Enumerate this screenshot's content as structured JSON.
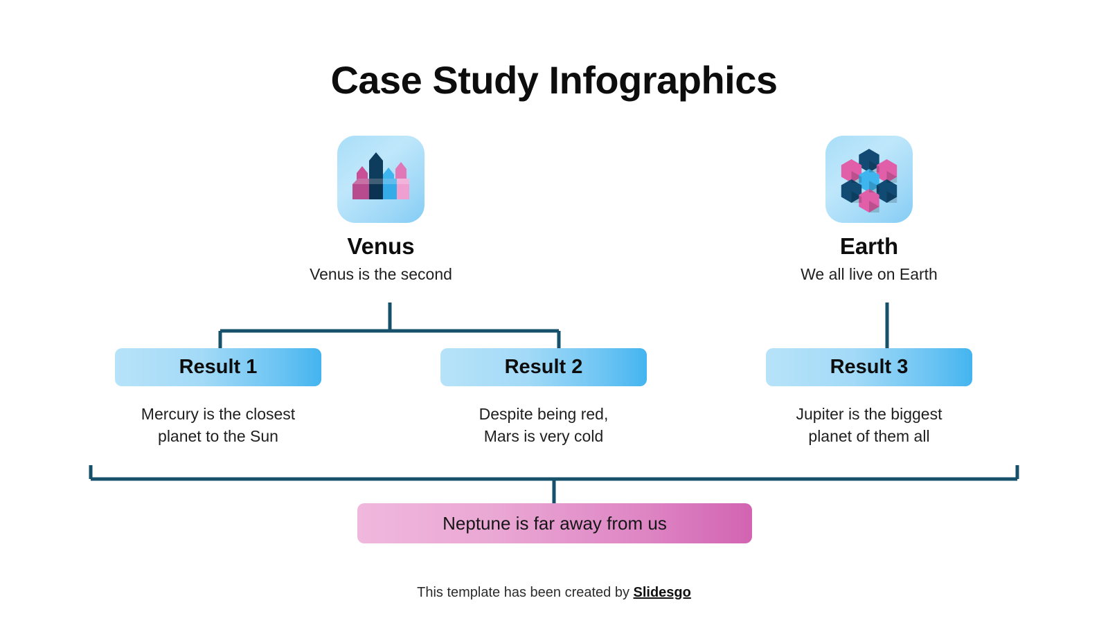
{
  "slide": {
    "title": "Case Study Infographics",
    "background_color": "#ffffff",
    "connector_color": "#17506b"
  },
  "branches": [
    {
      "icon_name": "buildings-towers-icon",
      "heading": "Venus",
      "subtitle": "Venus is the second"
    },
    {
      "icon_name": "hexagon-cluster-icon",
      "heading": "Earth",
      "subtitle": "We all live on Earth"
    }
  ],
  "results": [
    {
      "label": "Result 1",
      "description": "Mercury is the closest\nplanet to the Sun"
    },
    {
      "label": "Result 2",
      "description": "Despite being red,\nMars is very cold"
    },
    {
      "label": "Result 3",
      "description": "Jupiter is the biggest\nplanet of them all"
    }
  ],
  "summary": {
    "text": "Neptune is far away from us",
    "gradient_start": "#f0b8dd",
    "gradient_end": "#d264b2"
  },
  "result_style": {
    "gradient_start": "#b7e3f9",
    "gradient_end": "#44b4ef"
  },
  "icon_card_style": {
    "gradient_start": "#bfe7fb",
    "gradient_end": "#84ccf5"
  },
  "icon_palette": {
    "pink_dark": "#c94f96",
    "pink_mid": "#e05fa8",
    "pink_light": "#ef9fd0",
    "navy_dark": "#0d3c5c",
    "navy_mid": "#1a5b8a",
    "blue_bright": "#3fb5f0",
    "blue_light": "#7fd0f5"
  },
  "footer": {
    "prefix": "This template has been created by ",
    "brand": "Slidesgo"
  }
}
